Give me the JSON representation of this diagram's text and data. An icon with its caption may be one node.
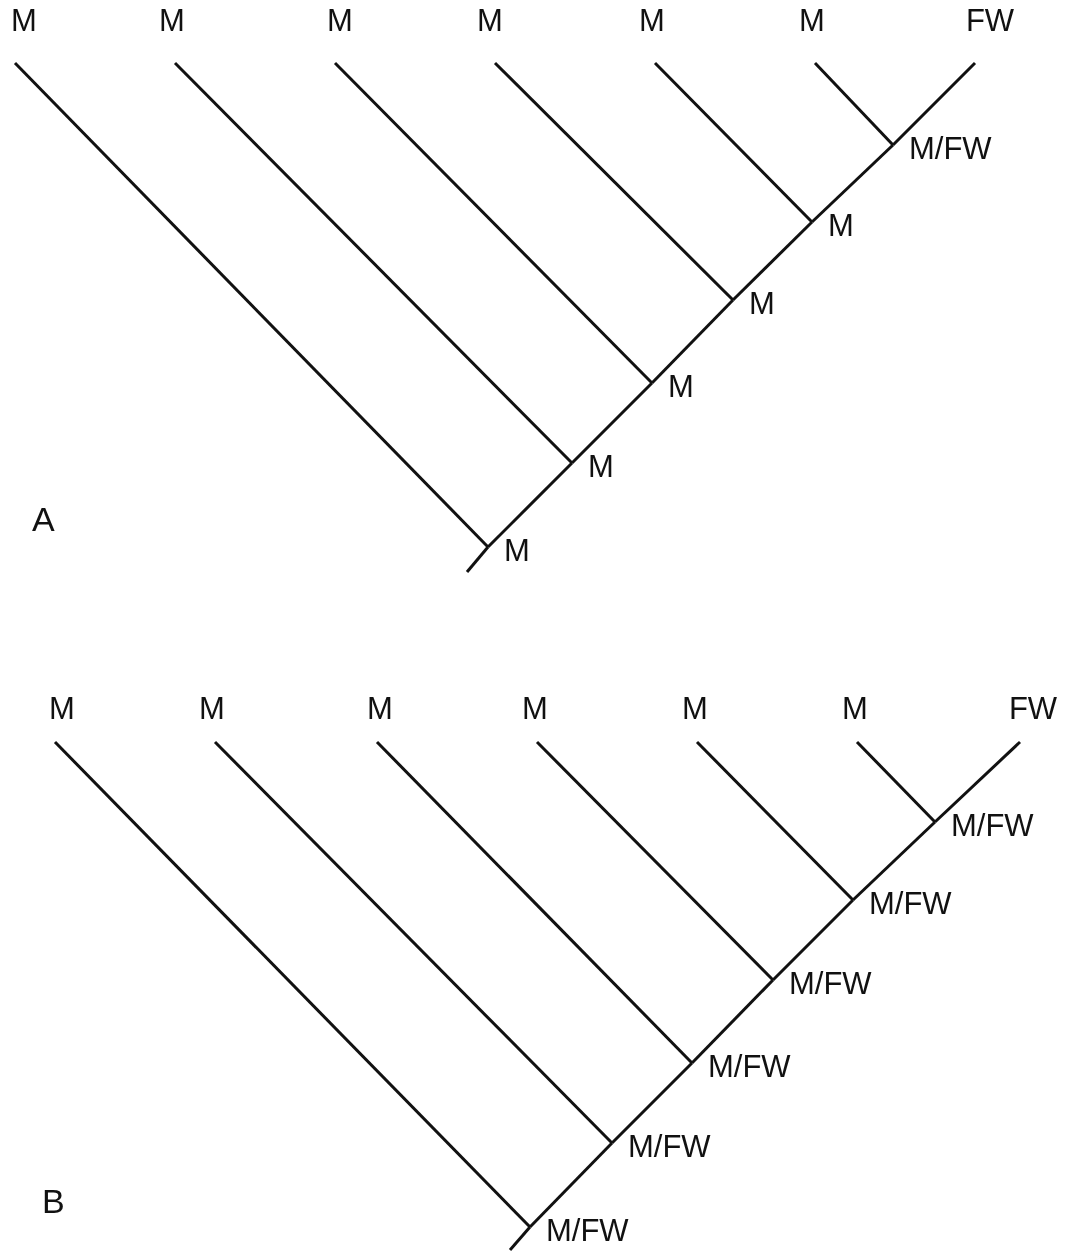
{
  "diagram": {
    "nodes": [
      {
        "text": [
          "M"
        ]
      },
      {
        "text": [
          "M"
        ]
      },
      {
        "text": [
          "M"
        ]
      },
      {
        "text": [
          "M"
        ]
      },
      {
        "text": [
          "M"
        ]
      },
      {
        "text": [
          "M"
        ]
      },
      {
        "text": [
          "FW"
        ]
      },
      {
        "text": [
          "M/FW"
        ]
      },
      {
        "text": [
          "M"
        ]
      },
      {
        "text": [
          "M"
        ]
      },
      {
        "text": [
          "M"
        ]
      },
      {
        "text": [
          "M"
        ]
      },
      {
        "text": [
          "M"
        ]
      },
      {
        "text": [
          "M"
        ]
      },
      {
        "text": [
          "M"
        ]
      },
      {
        "text": [
          "M"
        ]
      },
      {
        "text": [
          "M"
        ]
      },
      {
        "text": [
          "M"
        ]
      },
      {
        "text": [
          "M"
        ]
      },
      {
        "text": [
          "FW"
        ]
      },
      {
        "text": [
          "M/FW"
        ]
      },
      {
        "text": [
          "M/FW"
        ]
      },
      {
        "text": [
          "M/FW"
        ]
      },
      {
        "text": [
          "M/FW"
        ]
      },
      {
        "text": [
          "M/FW"
        ]
      },
      {
        "text": [
          "M/FW"
        ]
      }
    ],
    "edges": [
      {
        "from": 0,
        "to": 12,
        "arrow": "none"
      },
      {
        "from": 1,
        "to": 11,
        "arrow": "none"
      },
      {
        "from": 2,
        "to": 10,
        "arrow": "none"
      },
      {
        "from": 3,
        "to": 9,
        "arrow": "none"
      },
      {
        "from": 4,
        "to": 8,
        "arrow": "none"
      },
      {
        "from": 5,
        "to": 7,
        "arrow": "none"
      },
      {
        "from": 6,
        "to": 7,
        "arrow": "none"
      },
      {
        "from": 7,
        "to": 8,
        "arrow": "none"
      },
      {
        "from": 8,
        "to": 9,
        "arrow": "none"
      },
      {
        "from": 9,
        "to": 10,
        "arrow": "none"
      },
      {
        "from": 10,
        "to": 11,
        "arrow": "none"
      },
      {
        "from": 11,
        "to": 12,
        "arrow": "none"
      },
      {
        "from": 12,
        "to": null,
        "arrow": "none"
      },
      {
        "from": 13,
        "to": 25,
        "arrow": "none"
      },
      {
        "from": 14,
        "to": 24,
        "arrow": "none"
      },
      {
        "from": 15,
        "to": 23,
        "arrow": "none"
      },
      {
        "from": 16,
        "to": 22,
        "arrow": "none"
      },
      {
        "from": 17,
        "to": 21,
        "arrow": "none"
      },
      {
        "from": 18,
        "to": 20,
        "arrow": "none"
      },
      {
        "from": 19,
        "to": 20,
        "arrow": "none"
      },
      {
        "from": 20,
        "to": 21,
        "arrow": "none"
      },
      {
        "from": 21,
        "to": 22,
        "arrow": "none"
      },
      {
        "from": 22,
        "to": 23,
        "arrow": "none"
      },
      {
        "from": 23,
        "to": 24,
        "arrow": "none"
      },
      {
        "from": 24,
        "to": 25,
        "arrow": "none"
      },
      {
        "from": 25,
        "to": null,
        "arrow": "none"
      }
    ],
    "labels": [
      "A",
      "B"
    ]
  }
}
